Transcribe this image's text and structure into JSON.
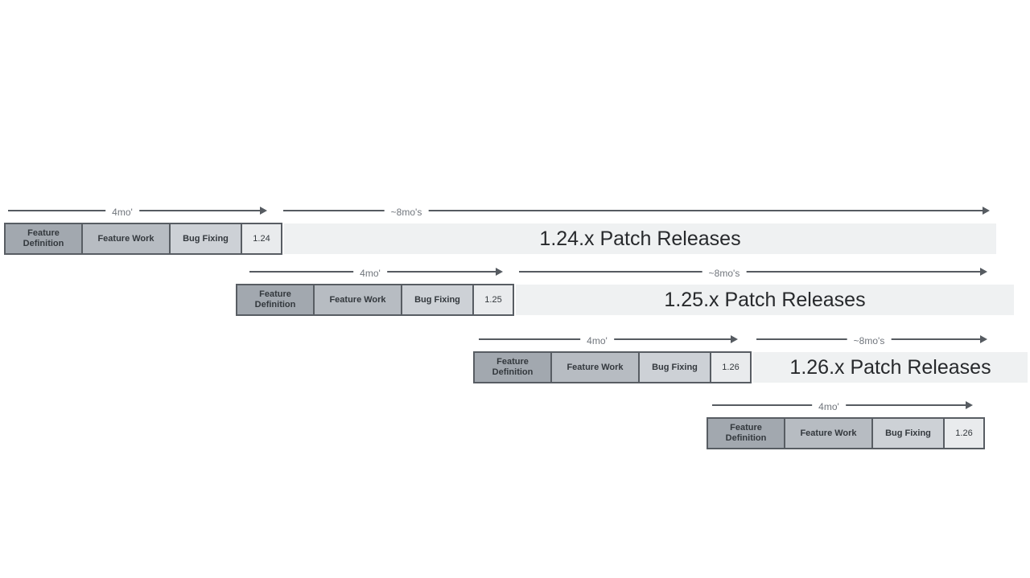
{
  "colors": {
    "page_bg": "#ffffff",
    "box_border": "#585d63",
    "feature_definition_fill": "#a2a8af",
    "feature_work_fill": "#b7bcc2",
    "bug_fixing_fill": "#cdd1d6",
    "version_fill": "#e9ebed",
    "patch_bar_fill": "#eff1f2",
    "arrow": "#565b61",
    "arrow_label_text": "#70757c",
    "box_text": "#33383d",
    "patch_text": "#27292c"
  },
  "cycles": [
    {
      "phases": [
        "Feature Definition",
        "Feature Work",
        "Bug Fixing"
      ],
      "version": "1.24",
      "four_month_label": "4mo'",
      "eight_month_label": "~8mo's",
      "patch_releases_label": "1.24.x Patch Releases"
    },
    {
      "phases": [
        "Feature Definition",
        "Feature Work",
        "Bug Fixing"
      ],
      "version": "1.25",
      "four_month_label": "4mo'",
      "eight_month_label": "~8mo's",
      "patch_releases_label": "1.25.x Patch Releases"
    },
    {
      "phases": [
        "Feature Definition",
        "Feature Work",
        "Bug Fixing"
      ],
      "version": "1.26",
      "four_month_label": "4mo'",
      "eight_month_label": "~8mo's",
      "patch_releases_label": "1.26.x Patch Releases"
    },
    {
      "phases": [
        "Feature Definition",
        "Feature Work",
        "Bug Fixing"
      ],
      "version": "1.26",
      "four_month_label": "4mo'"
    }
  ]
}
